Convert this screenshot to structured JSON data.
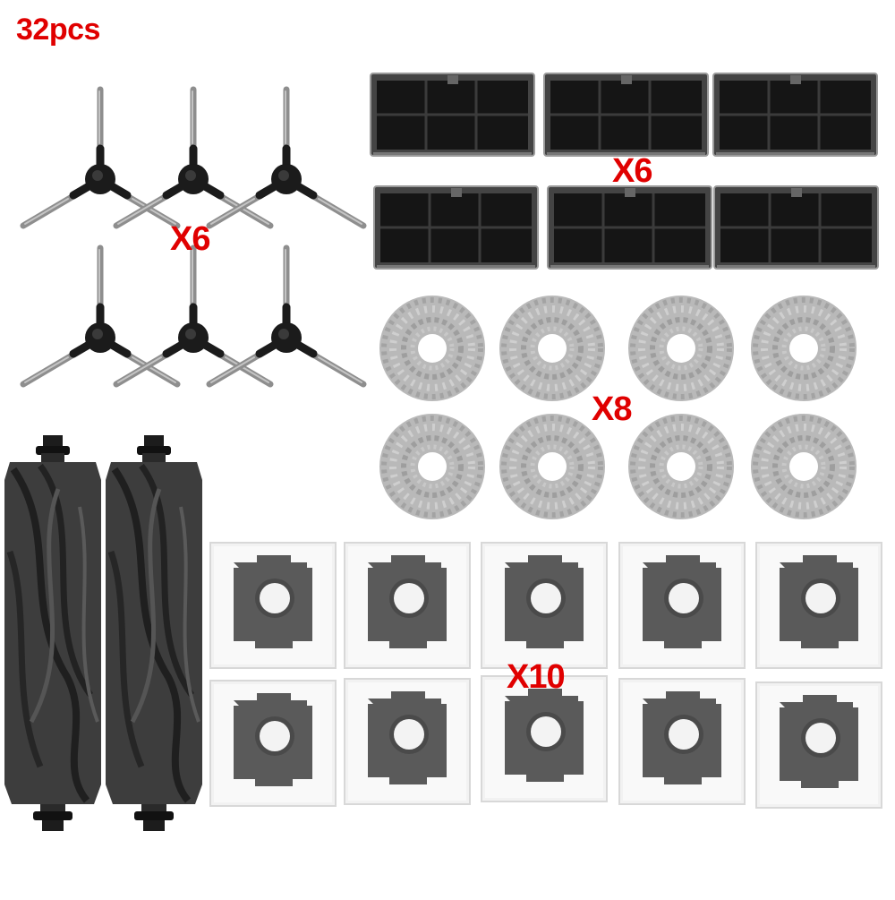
{
  "title": "32pcs",
  "groups": [
    {
      "name": "side-brushes",
      "quantity_label": "X6",
      "count": 6
    },
    {
      "name": "hepa-filters",
      "quantity_label": "X6",
      "count": 6
    },
    {
      "name": "mop-pads",
      "quantity_label": "X8",
      "count": 8
    },
    {
      "name": "main-roller-brushes",
      "quantity_label": "",
      "count": 2
    },
    {
      "name": "dust-bags",
      "quantity_label": "X10",
      "count": 10
    }
  ],
  "colors": {
    "label_red": "#e00000",
    "brush_bristle": "#8a8a8a",
    "brush_hub": "#1b1b1b",
    "filter_frame": "#3a3a3a",
    "filter_mesh": "#151515",
    "mop_gray": "#b4b4b4",
    "roller_dark": "#3d3d3d",
    "bag_plate": "#5a5a5a",
    "bag_paper": "#f1f1f1"
  }
}
